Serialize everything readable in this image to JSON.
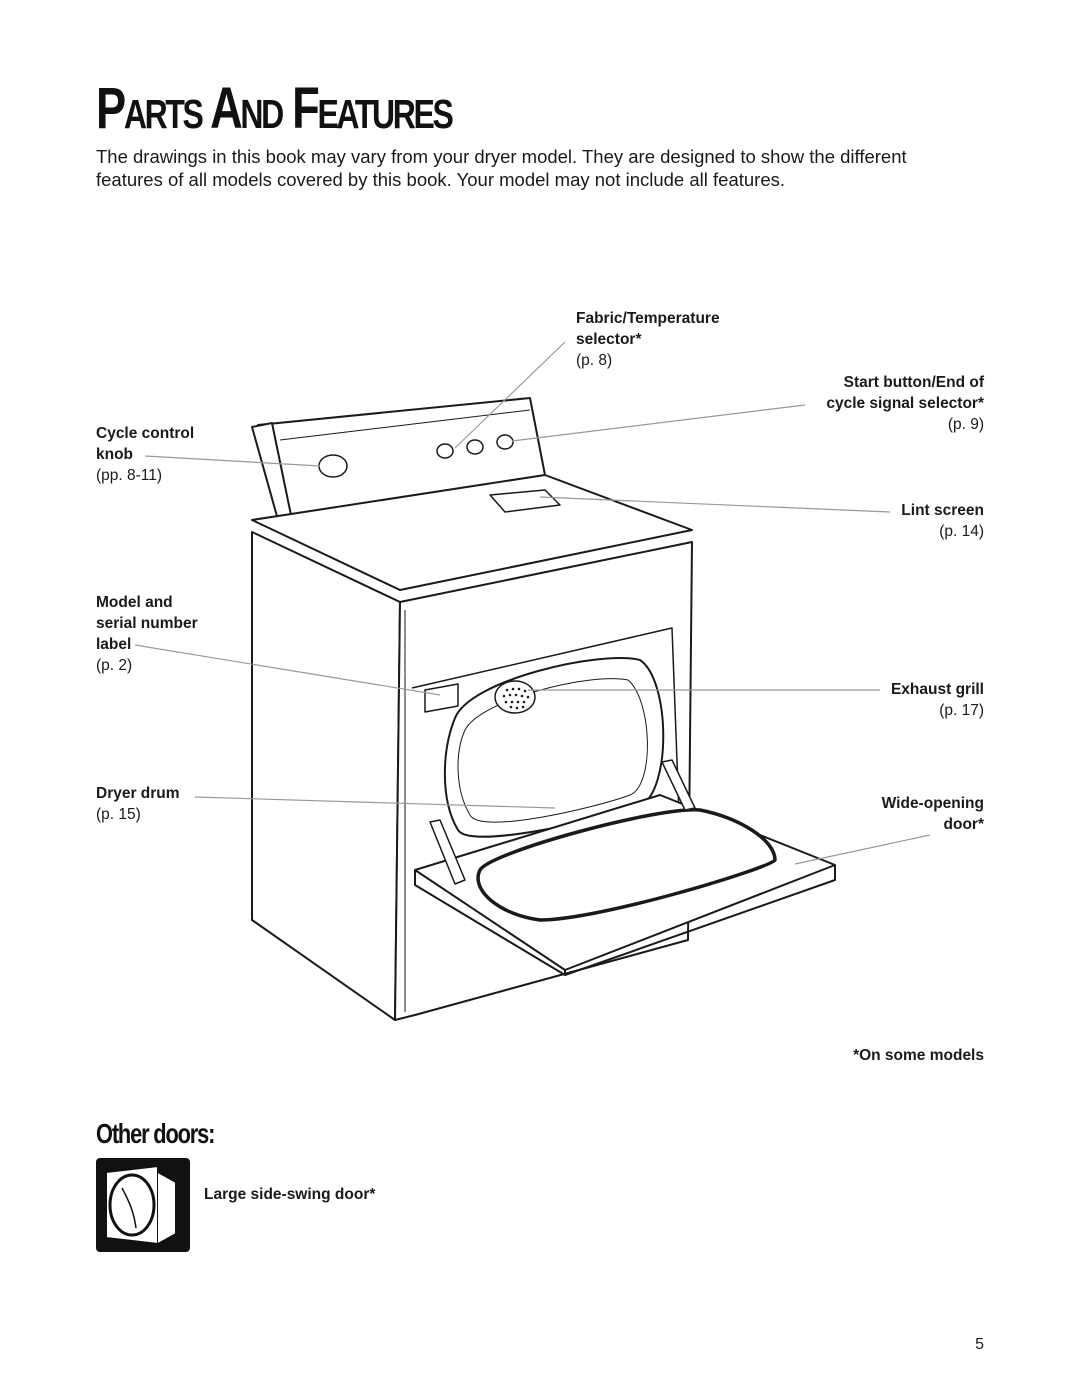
{
  "title": "Parts And Features",
  "intro": "The drawings in this book may vary from your dryer model. They are designed to show the different features of all models covered by this book. Your model may not include all features.",
  "callouts": {
    "fabric_temp": {
      "label": "Fabric/Temperature\nselector*",
      "page": "(p. 8)"
    },
    "start_button": {
      "label": "Start button/End of\ncycle signal selector*",
      "page": "(p. 9)"
    },
    "cycle_knob": {
      "label": "Cycle control\nknob",
      "page": "(pp. 8-11)"
    },
    "lint_screen": {
      "label": "Lint screen",
      "page": "(p. 14)"
    },
    "model_serial": {
      "label": "Model and\nserial number\nlabel",
      "page": "(p. 2)"
    },
    "exhaust_grill": {
      "label": "Exhaust grill",
      "page": "(p. 17)"
    },
    "dryer_drum": {
      "label": "Dryer drum",
      "page": "(p. 15)"
    },
    "wide_door": {
      "label": "Wide-opening\ndoor*",
      "page": ""
    }
  },
  "footnote": "*On some models",
  "other_doors": {
    "heading": "Other doors:",
    "large_side_swing": "Large side-swing door*",
    "icon": "side-swing-door-icon"
  },
  "page_number": "5"
}
